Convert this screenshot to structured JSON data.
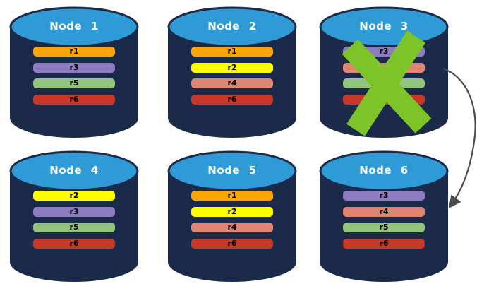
{
  "cylinder": {
    "body_color": "#1C2A4A",
    "top_color": "#2E9BD6",
    "title_color": "#FFFFFF"
  },
  "nodes": [
    {
      "title": "Node 1",
      "bars": [
        {
          "label": "r1",
          "color": "#F9A602"
        },
        {
          "label": "r3",
          "color": "#8E7CC3"
        },
        {
          "label": "r5",
          "color": "#92C47D"
        },
        {
          "label": "r6",
          "color": "#C5392B"
        }
      ]
    },
    {
      "title": "Node 2",
      "bars": [
        {
          "label": "r1",
          "color": "#F9A602"
        },
        {
          "label": "r2",
          "color": "#FDFD00"
        },
        {
          "label": "r4",
          "color": "#DD8674"
        },
        {
          "label": "r6",
          "color": "#C5392B"
        }
      ]
    },
    {
      "title": "Node 3",
      "bars": [
        {
          "label": "r3",
          "color": "#8E7CC3"
        },
        {
          "label": "",
          "color": "#DD8674"
        },
        {
          "label": "",
          "color": "#92C47D"
        },
        {
          "label": "",
          "color": "#C5392B"
        }
      ]
    },
    {
      "title": "Node 4",
      "bars": [
        {
          "label": "r2",
          "color": "#FDFD00"
        },
        {
          "label": "r3",
          "color": "#8E7CC3"
        },
        {
          "label": "r5",
          "color": "#92C47D"
        },
        {
          "label": "r6",
          "color": "#C5392B"
        }
      ]
    },
    {
      "title": "Node 5",
      "bars": [
        {
          "label": "r1",
          "color": "#F9A602"
        },
        {
          "label": "r2",
          "color": "#FDFD00"
        },
        {
          "label": "r4",
          "color": "#DD8674"
        },
        {
          "label": "r6",
          "color": "#C5392B"
        }
      ]
    },
    {
      "title": "Node 6",
      "bars": [
        {
          "label": "r3",
          "color": "#8E7CC3"
        },
        {
          "label": "r4",
          "color": "#DF8372"
        },
        {
          "label": "r5",
          "color": "#92C47D"
        },
        {
          "label": "r6",
          "color": "#C5392B"
        }
      ]
    }
  ],
  "failure_mark": {
    "node": "Node 3",
    "shape": "x-cross",
    "color": "#7CC428"
  },
  "connector_arrow": {
    "from": "Node 3",
    "to": "Node 6",
    "color": "#4A4A4A"
  }
}
